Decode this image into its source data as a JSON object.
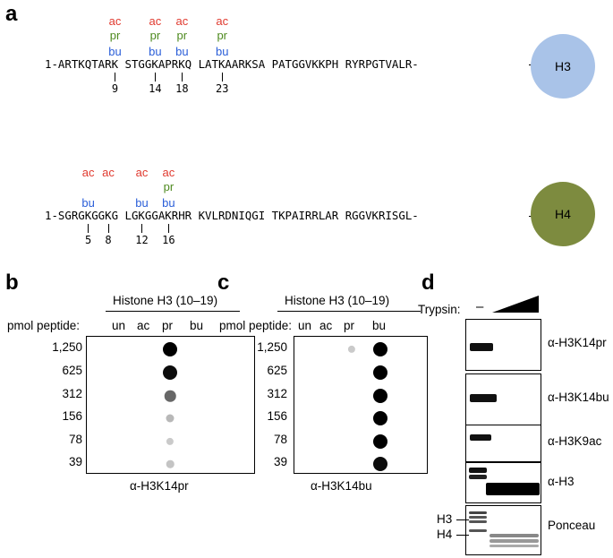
{
  "panel_a": {
    "letter": "a",
    "h3_sequence": "1-ARTKQTARK STGGKAPRKQ LATKAARKSA PATGGVKKPH RYRPGTVALR-",
    "h3_label": "H3",
    "h3_sites": [
      {
        "num": "9",
        "mods": [
          "ac",
          "pr",
          "bu"
        ]
      },
      {
        "num": "14",
        "mods": [
          "ac",
          "pr",
          "bu"
        ]
      },
      {
        "num": "18",
        "mods": [
          "ac",
          "pr",
          "bu"
        ]
      },
      {
        "num": "23",
        "mods": [
          "ac",
          "pr",
          "bu"
        ]
      }
    ],
    "h4_sequence": "1-SGRGKGGKG LGKGGAKRHR KVLRDNIQGI TKPAIRRLAR RGGVKRISGL-",
    "h4_label": "H4",
    "h4_sites": [
      {
        "num": "5",
        "mods": [
          "ac",
          "bu"
        ]
      },
      {
        "num": "8",
        "mods": [
          "ac"
        ]
      },
      {
        "num": "12",
        "mods": [
          "ac",
          "bu"
        ]
      },
      {
        "num": "16",
        "mods": [
          "ac",
          "pr",
          "bu"
        ]
      }
    ],
    "colors": {
      "ac": "#e03a2f",
      "pr": "#4e8a1f",
      "bu": "#2a5ed8",
      "h3_circle": "#a9c3e8",
      "h4_circle": "#7d8b3f"
    }
  },
  "panel_b": {
    "letter": "b",
    "header": "Histone H3 (10–19)",
    "row_label": "pmol peptide:",
    "columns": [
      "un",
      "ac",
      "pr",
      "bu"
    ],
    "amounts": [
      "1,250",
      "625",
      "312",
      "156",
      "78",
      "39"
    ],
    "antibody": "α-H3K14pr",
    "dot_intensity": {
      "un": [
        0,
        0,
        0,
        0,
        0,
        0
      ],
      "ac": [
        0,
        0,
        0,
        0,
        0,
        0
      ],
      "pr": [
        1.0,
        0.95,
        0.55,
        0.2,
        0.12,
        0.15
      ],
      "bu": [
        0,
        0,
        0,
        0,
        0,
        0
      ]
    }
  },
  "panel_c": {
    "letter": "c",
    "header": "Histone H3 (10–19)",
    "row_label": "pmol peptide:",
    "columns": [
      "un",
      "ac",
      "pr",
      "bu"
    ],
    "amounts": [
      "1,250",
      "625",
      "312",
      "156",
      "78",
      "39"
    ],
    "antibody": "α-H3K14bu",
    "dot_intensity": {
      "un": [
        0,
        0,
        0,
        0,
        0,
        0
      ],
      "ac": [
        0,
        0,
        0,
        0,
        0,
        0
      ],
      "pr": [
        0.12,
        0,
        0,
        0,
        0,
        0
      ],
      "bu": [
        1.0,
        1.0,
        1.0,
        1.0,
        1.0,
        0.95
      ]
    }
  },
  "panel_d": {
    "letter": "d",
    "trypsin_label": "Trypsin:",
    "minus_label": "–",
    "blots": [
      "α-H3K14pr",
      "α-H3K14bu",
      "α-H3K9ac",
      "α-H3",
      "Ponceau"
    ],
    "ponceau_markers": [
      "H3",
      "H4"
    ]
  }
}
